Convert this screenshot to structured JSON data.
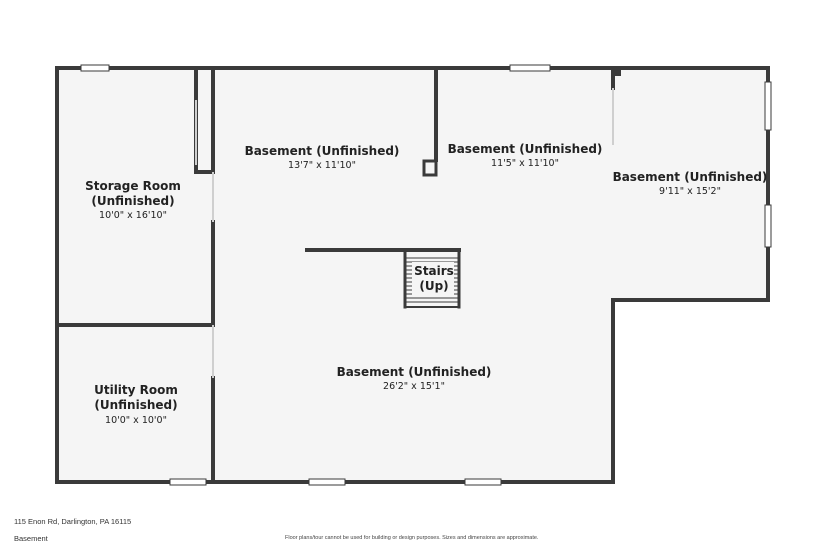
{
  "rooms": [
    {
      "id": "storage",
      "lines": [
        "Storage Room",
        "(Unfinished)"
      ],
      "dims": "10'0\" x 16'10\""
    },
    {
      "id": "utility",
      "lines": [
        "Utility Room",
        "(Unfinished)"
      ],
      "dims": "10'0\" x 10'0\""
    },
    {
      "id": "basement-nw",
      "lines": [
        "Basement (Unfinished)"
      ],
      "dims": "13'7\" x 11'10\""
    },
    {
      "id": "basement-n",
      "lines": [
        "Basement (Unfinished)"
      ],
      "dims": "11'5\" x 11'10\""
    },
    {
      "id": "basement-e",
      "lines": [
        "Basement (Unfinished)"
      ],
      "dims": "9'11\" x 15'2\""
    },
    {
      "id": "basement-main",
      "lines": [
        "Basement (Unfinished)"
      ],
      "dims": "26'2\" x 15'1\""
    }
  ],
  "stairs": {
    "lines": [
      "Stairs",
      "(Up)"
    ]
  },
  "footer": {
    "address": "115 Enon Rd, Darlington, PA 16115",
    "level": "Basement",
    "disclaimer": "Floor plans/tour cannot be used for building or design purposes. Sizes and dimensions are approximate."
  },
  "colors": {
    "wall": "#3a3a3a",
    "floor": "#f5f5f5",
    "window": "#cfcfcf"
  }
}
